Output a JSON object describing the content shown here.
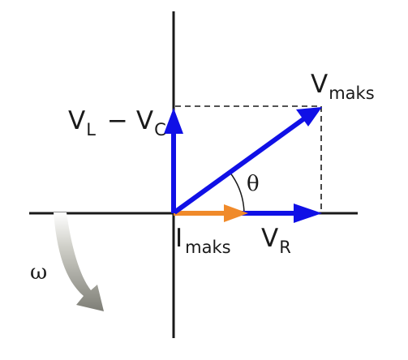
{
  "diagram": {
    "labels": {
      "v_maks": {
        "main": "V",
        "sub": "maks"
      },
      "vl_minus_vc": {
        "v1": "V",
        "sub1": "L",
        "minus": "−",
        "v2": "V",
        "sub2": "C"
      },
      "theta": "θ",
      "i_maks": {
        "main": "I",
        "sub": "maks"
      },
      "v_r": {
        "main": "V",
        "sub": "R"
      },
      "omega": "ω"
    },
    "colors": {
      "axis": "#1a1a1a",
      "voltage_vector": "#1010e6",
      "current_vector": "#f08a2a",
      "rotation_arrow": "#8f8f87",
      "dashed_guide": "#1a1a1a"
    }
  }
}
